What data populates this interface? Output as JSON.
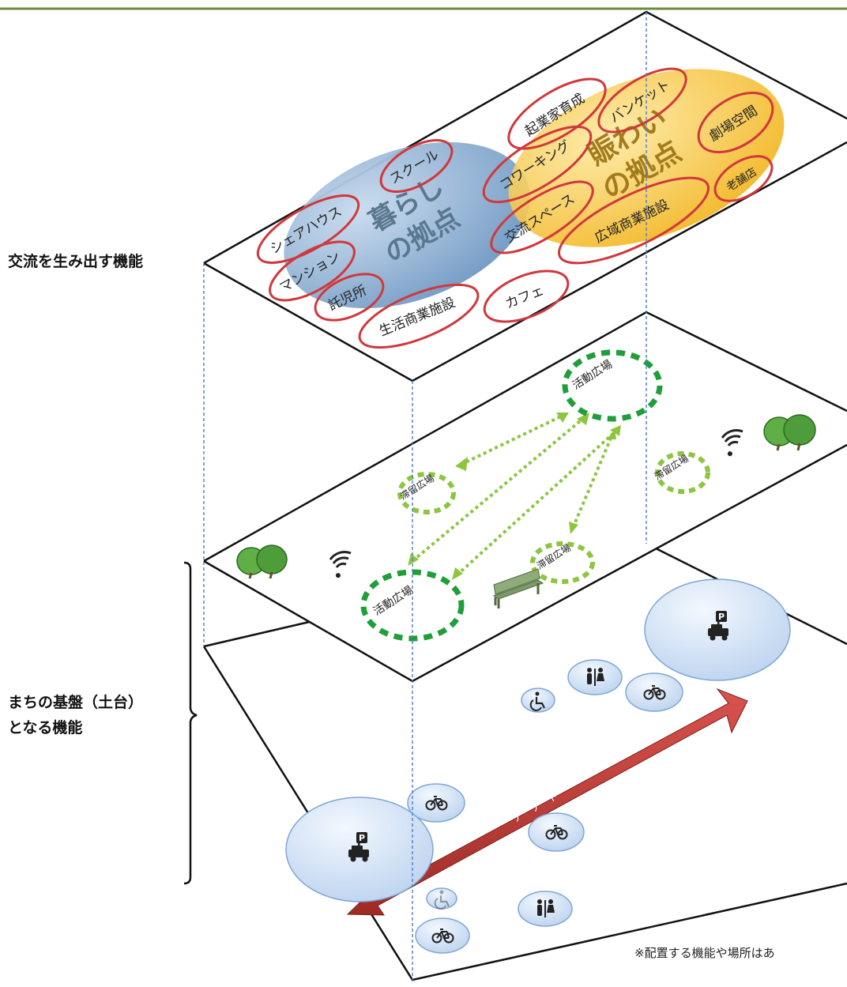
{
  "labels": {
    "exchange_function": "交流を生み出す機能",
    "base_function_line1": "まちの基盤（土台）",
    "base_function_line2": "となる機能",
    "note": "※配置する機能や場所はあ"
  },
  "top_layer": {
    "zone_living": {
      "line1": "暮らし",
      "line2": "の拠点"
    },
    "zone_lively": {
      "line1": "賑わい",
      "line2": "の拠点"
    },
    "facilities": {
      "share_house": "シェアハウス",
      "school": "スクール",
      "mansion": "マンション",
      "nursery": "託児所",
      "life_commerce": "生活商業施設",
      "cafe": "カフェ",
      "exchange_space": "交流スペース",
      "coworking": "コワーキング",
      "startup": "起業家育成",
      "banquet": "バンケット",
      "theater": "劇場空間",
      "old_shop": "老舗店",
      "wide_commerce": "広域商業施設"
    }
  },
  "middle_layer": {
    "activity_plaza": "活動広場",
    "stay_plaza": "滞留広場"
  },
  "bottom_layer": {
    "arcade": "アーケード"
  },
  "colors": {
    "living_zone": "#8fb3d6",
    "lively_zone": "#f5c430",
    "facility_outline": "#d0383b",
    "activity_green": "#1f9e3a",
    "stay_green": "#8cc63f",
    "arcade_arrow": "#c0392b",
    "service_ellipse": "#cfe0f5"
  },
  "icons": [
    "tree-icon",
    "wifi-icon",
    "bench-icon",
    "parking-icon",
    "bicycle-icon",
    "wheelchair-icon",
    "restroom-icon"
  ]
}
